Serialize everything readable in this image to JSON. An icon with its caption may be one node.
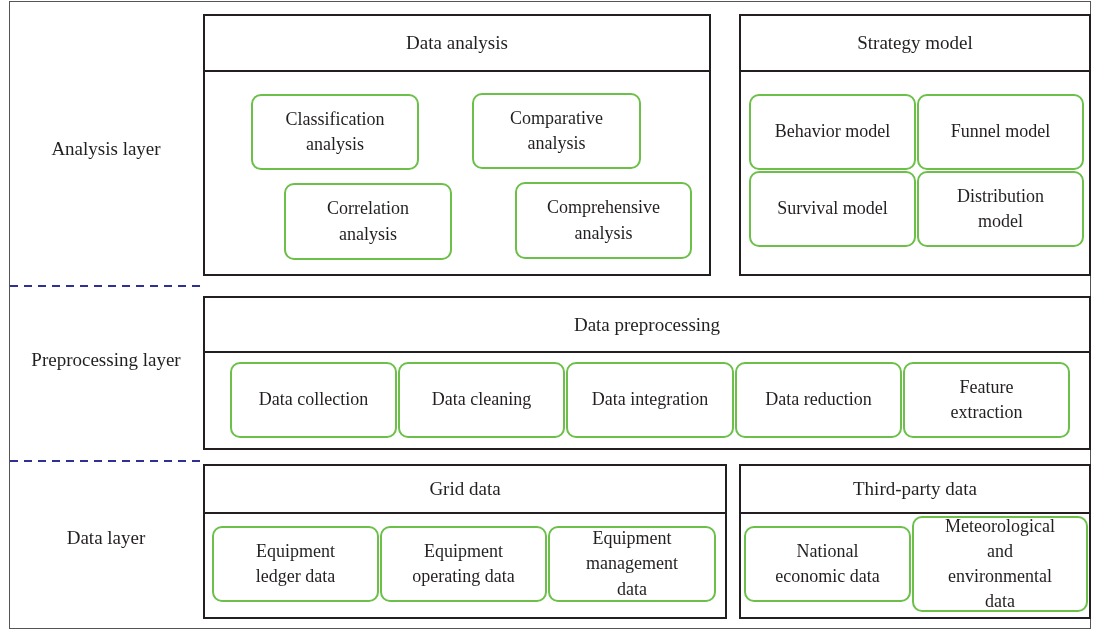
{
  "diagram": {
    "nodes": [
      {
        "text": [
          "Data analysis"
        ]
      },
      {
        "text": [
          "Classification analysis"
        ],
        "in": 0
      },
      {
        "text": [
          "Comparative analysis"
        ],
        "in": 0
      },
      {
        "text": [
          "Correlation analysis"
        ],
        "in": 0
      },
      {
        "text": [
          "Comprehensive analysis"
        ],
        "in": 0
      },
      {
        "text": [
          "Strategy model"
        ]
      },
      {
        "text": [
          "Behavior model"
        ],
        "in": 5
      },
      {
        "text": [
          "Funnel model"
        ],
        "in": 5
      },
      {
        "text": [
          "Survival model"
        ],
        "in": 5
      },
      {
        "text": [
          "Distribution model"
        ],
        "in": 5
      },
      {
        "text": [
          "Data preprocessing"
        ]
      },
      {
        "text": [
          "Data collection"
        ],
        "in": 10
      },
      {
        "text": [
          "Data cleaning"
        ],
        "in": 10
      },
      {
        "text": [
          "Data integration"
        ],
        "in": 10
      },
      {
        "text": [
          "Data reduction"
        ],
        "in": 10
      },
      {
        "text": [
          "Feature extraction"
        ],
        "in": 10
      },
      {
        "text": [
          "Grid data"
        ]
      },
      {
        "text": [
          "Equipment ledger data"
        ],
        "in": 16
      },
      {
        "text": [
          "Equipment operating data"
        ],
        "in": 16
      },
      {
        "text": [
          "Equipment management data"
        ],
        "in": 16
      },
      {
        "text": [
          "Third-party data"
        ]
      },
      {
        "text": [
          "National economic data"
        ],
        "in": 20
      },
      {
        "text": [
          "Meteorological and environmental data"
        ],
        "in": 20
      }
    ],
    "labels": [
      "Analysis layer",
      "Preprocessing layer",
      "Data layer"
    ]
  }
}
